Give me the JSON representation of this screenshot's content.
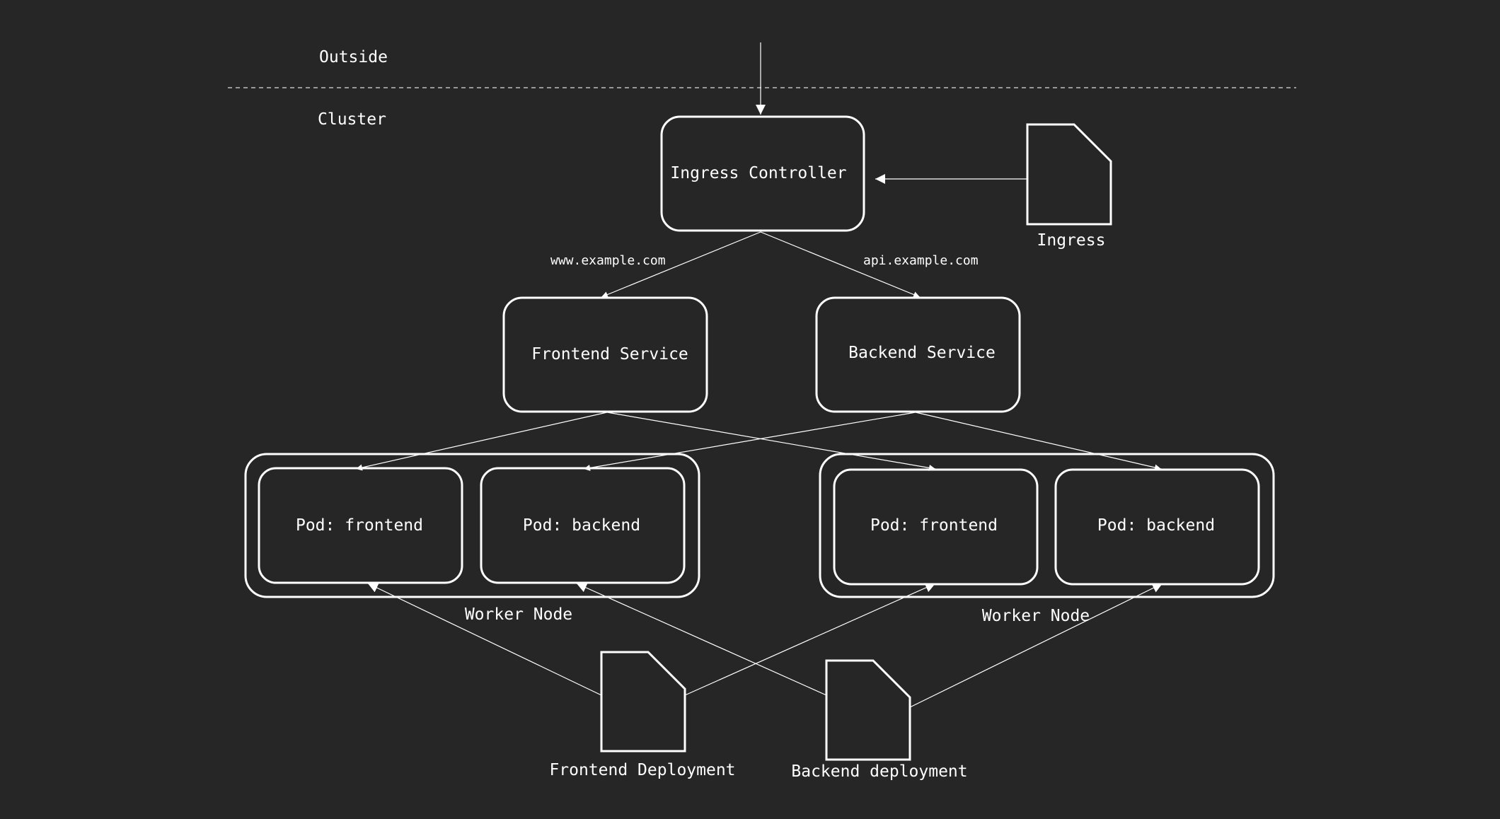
{
  "zones": {
    "outside": "Outside",
    "cluster": "Cluster"
  },
  "ingress_controller": {
    "label": "Ingress Controller"
  },
  "ingress": {
    "label": "Ingress"
  },
  "routes": {
    "frontend_host": "www.example.com",
    "backend_host": "api.example.com"
  },
  "services": {
    "frontend": "Frontend Service",
    "backend": "Backend Service"
  },
  "worker_nodes": [
    {
      "label": "Worker Node",
      "pods": [
        "Pod: frontend",
        "Pod: backend"
      ]
    },
    {
      "label": "Worker Node",
      "pods": [
        "Pod: frontend",
        "Pod: backend"
      ]
    }
  ],
  "deployments": {
    "frontend": "Frontend Deployment",
    "backend": "Backend deployment"
  },
  "colors": {
    "background": "#262626",
    "stroke": "#ffffff",
    "divider": "#bdbdbd"
  }
}
